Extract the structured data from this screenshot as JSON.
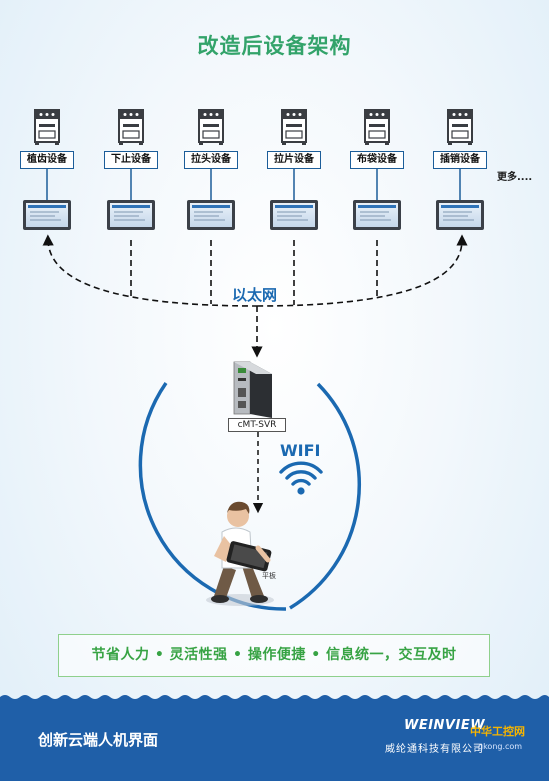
{
  "title": "改造后设备架构",
  "devices": [
    {
      "label": "植齿设备"
    },
    {
      "label": "下止设备"
    },
    {
      "label": "拉头设备"
    },
    {
      "label": "拉片设备"
    },
    {
      "label": "布袋设备"
    },
    {
      "label": "插销设备"
    }
  ],
  "more_label": "更多....",
  "network_label": "以太网",
  "server_label": "cMT-SVR",
  "wifi_label": "WIFI",
  "tablet_label": "平板",
  "benefits": "节省人力 • 灵活性强 • 操作便捷 • 信息统一，交互及时",
  "footer": {
    "slogan": "创新云端人机界面",
    "brand": "WEINVIEW",
    "brand_sub": "威纶通科技有限公司",
    "watermark": "中华工控网",
    "watermark_url": "gkong.com"
  },
  "colors": {
    "title": "#33a36a",
    "accent_blue": "#1b69b1",
    "benefits": "#37a344",
    "footer": "#1f5fa8"
  }
}
